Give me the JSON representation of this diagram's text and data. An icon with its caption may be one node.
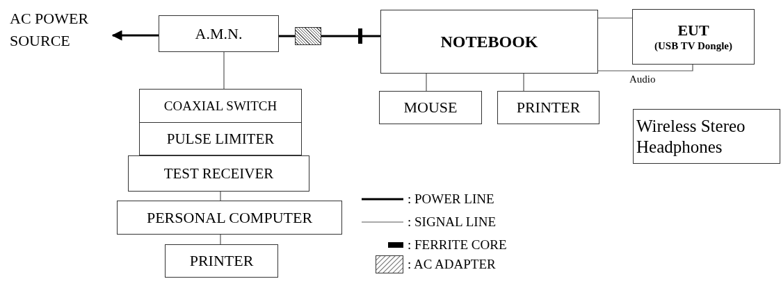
{
  "diagram": {
    "nodes": [
      {
        "text": [
          "AC POWER SOURCE"
        ]
      },
      {
        "text": [
          "A.M.N."
        ]
      },
      {
        "text": [
          "NOTEBOOK"
        ]
      },
      {
        "text": [
          "EUT",
          "(USB TV Dongle)"
        ]
      },
      {
        "text": [
          "MOUSE"
        ]
      },
      {
        "text": [
          "PRINTER"
        ]
      },
      {
        "text": [
          "Wireless Stereo Headphones"
        ]
      },
      {
        "text": [
          "COAXIAL SWITCH"
        ]
      },
      {
        "text": [
          "PULSE LIMITER"
        ]
      },
      {
        "text": [
          "TEST RECEIVER"
        ]
      },
      {
        "text": [
          "PERSONAL COMPUTER"
        ]
      },
      {
        "text": [
          "PRINTER"
        ]
      },
      {
        "text": [],
        "shape": "box"
      }
    ],
    "edges": [
      {
        "from": 1,
        "to": 0,
        "arrow": "to",
        "style": "thick"
      },
      {
        "from": 1,
        "to": 12,
        "arrow": "none",
        "style": "thick"
      },
      {
        "from": 12,
        "to": 2,
        "arrow": "none",
        "style": "thick"
      },
      {
        "from": 2,
        "to": 3,
        "arrow": "none"
      },
      {
        "from": 2,
        "to": 3,
        "arrow": "none",
        "label": "Audio"
      },
      {
        "from": 2,
        "to": 4,
        "arrow": "none"
      },
      {
        "from": 2,
        "to": 5,
        "arrow": "none"
      },
      {
        "from": 1,
        "to": 7,
        "arrow": "none"
      },
      {
        "from": 9,
        "to": 10,
        "arrow": "none"
      },
      {
        "from": 10,
        "to": 11,
        "arrow": "none"
      }
    ],
    "legend": [
      {
        "text": ": POWER LINE"
      },
      {
        "text": ": SIGNAL LINE"
      },
      {
        "text": ": FERRITE CORE"
      },
      {
        "text": ": AC ADAPTER"
      }
    ]
  }
}
